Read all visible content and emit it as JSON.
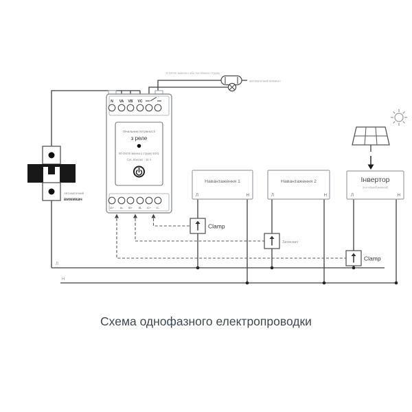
{
  "title": "Схема однофазного електропроводки",
  "colors": {
    "wire": "#3d3d3d",
    "caption": "#3f4852",
    "breaker_body": "#181818"
  },
  "breaker": {
    "label_line1": "Автоматичний",
    "label_line2": "вимикач"
  },
  "meter": {
    "terminals_top": [
      "N",
      "VA",
      "VB",
      "VC"
    ],
    "name_line1": "Лічильник потужності",
    "name_line2": "з реле",
    "spec_line1": "90-260 В змінного струму 50Hz",
    "spec_line2": "Сух. Контакт : 16 А",
    "terminals_bottom": [
      "IA+",
      "IA-",
      "IB+",
      "IB-",
      "IC+",
      "IC-"
    ]
  },
  "relay_circuit": {
    "voltage_label": "0-220 В змінного або постійного струму",
    "switch_label": "автоматичний вимикач"
  },
  "loads": [
    {
      "name": "Навантаження 1",
      "line": "Л",
      "neutral": "Н"
    },
    {
      "name": "Навантаження 2",
      "line": "Л",
      "neutral": "Н"
    }
  ],
  "inverter": {
    "name": "Інвертор",
    "subtitle": "(постійний/змінний)",
    "line": "Л",
    "neutral": "Н"
  },
  "clamps": [
    {
      "label": "Clamp"
    },
    {
      "label": "Затискач"
    },
    {
      "label": "Clamp"
    }
  ],
  "bus": {
    "line": "Л",
    "neutral": "Н"
  }
}
